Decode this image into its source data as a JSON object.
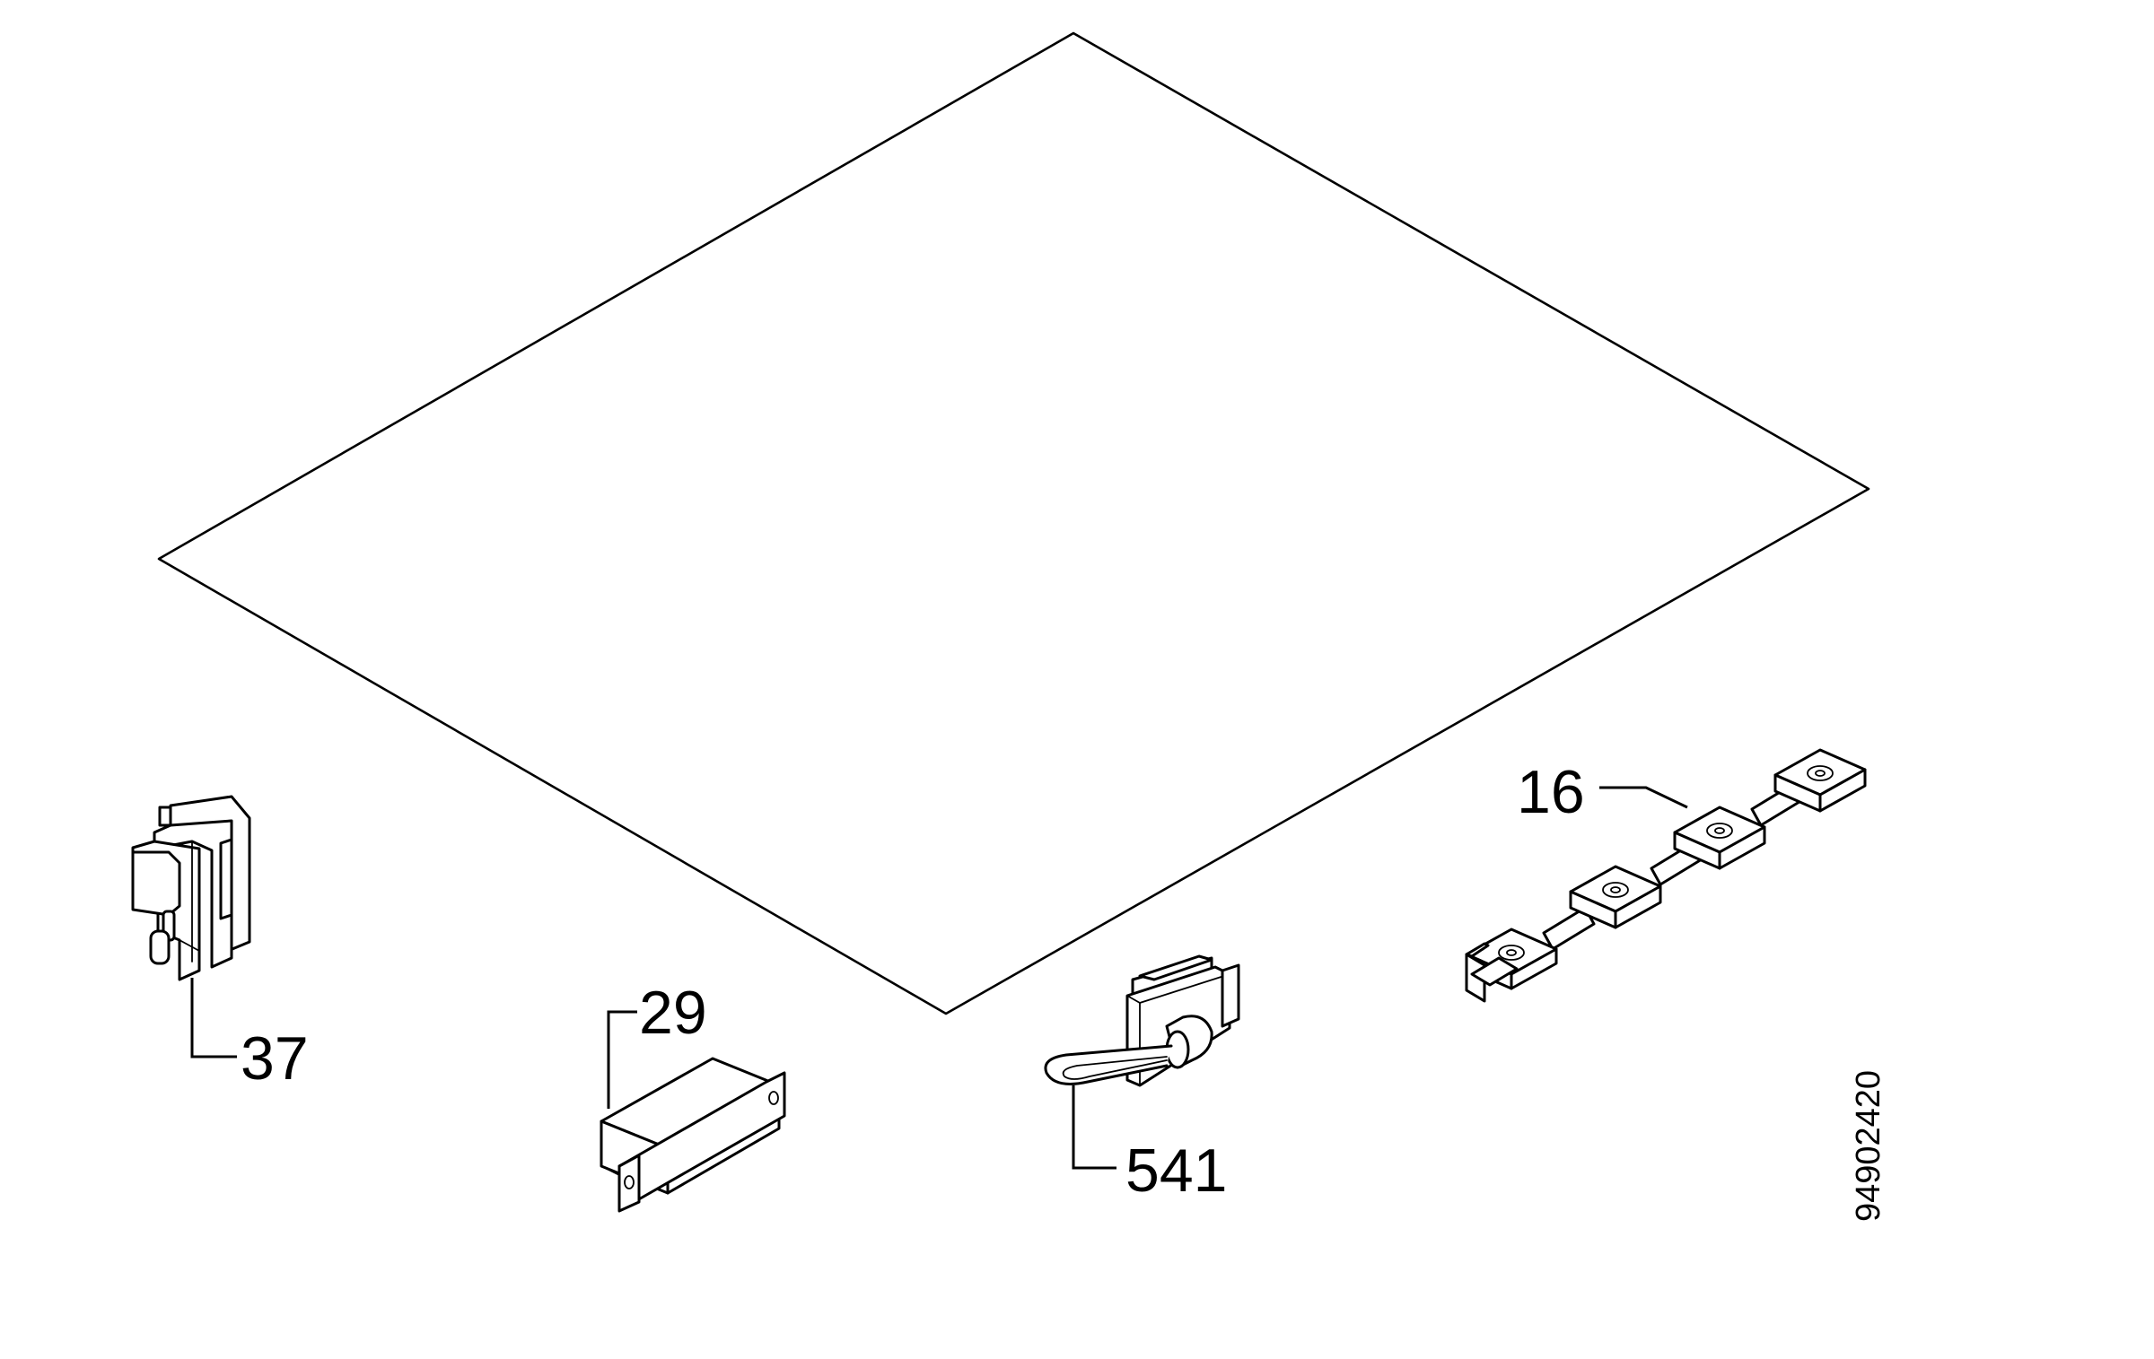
{
  "diagram": {
    "parts": [
      {
        "ref": "37",
        "component": "hinge-bracket"
      },
      {
        "ref": "29",
        "component": "rectangular-block"
      },
      {
        "ref": "541",
        "component": "catch-clip"
      },
      {
        "ref": "16",
        "component": "terminal-strip"
      }
    ],
    "drawing_number": "94902420",
    "colors": {
      "line": "#000000",
      "background": "#ffffff"
    }
  }
}
